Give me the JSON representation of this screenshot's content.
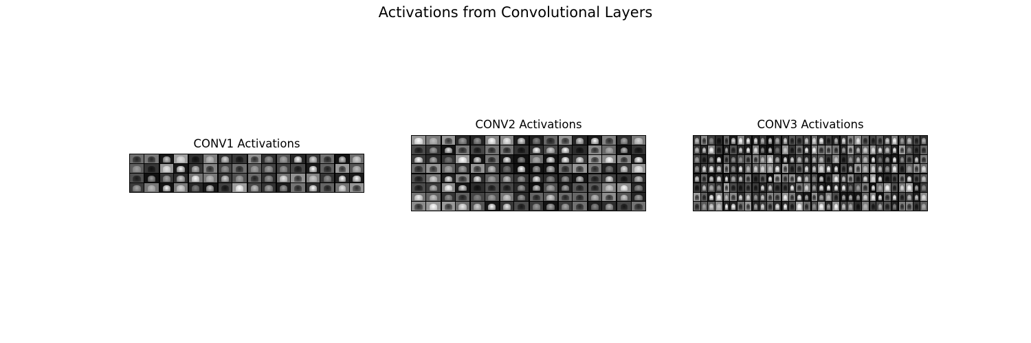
{
  "figure": {
    "title": "Activations from Convolutional Layers"
  },
  "chart_data": [
    {
      "type": "heatmap",
      "title": "CONV1 Activations",
      "colormap": "gray",
      "grid_rows": 1,
      "grid_cols": 8,
      "sub_rows": 4,
      "sub_cols": 2,
      "feature_maps": 64,
      "axis": "off"
    },
    {
      "type": "heatmap",
      "title": "CONV2 Activations",
      "colormap": "gray",
      "grid_rows": 2,
      "grid_cols": 8,
      "sub_rows": 4,
      "sub_cols": 2,
      "feature_maps": 128,
      "axis": "off"
    },
    {
      "type": "heatmap",
      "title": "CONV3 Activations",
      "colormap": "gray",
      "grid_rows": 2,
      "grid_cols": 8,
      "sub_rows": 4,
      "sub_cols": 4,
      "feature_maps": 256,
      "axis": "off"
    }
  ]
}
